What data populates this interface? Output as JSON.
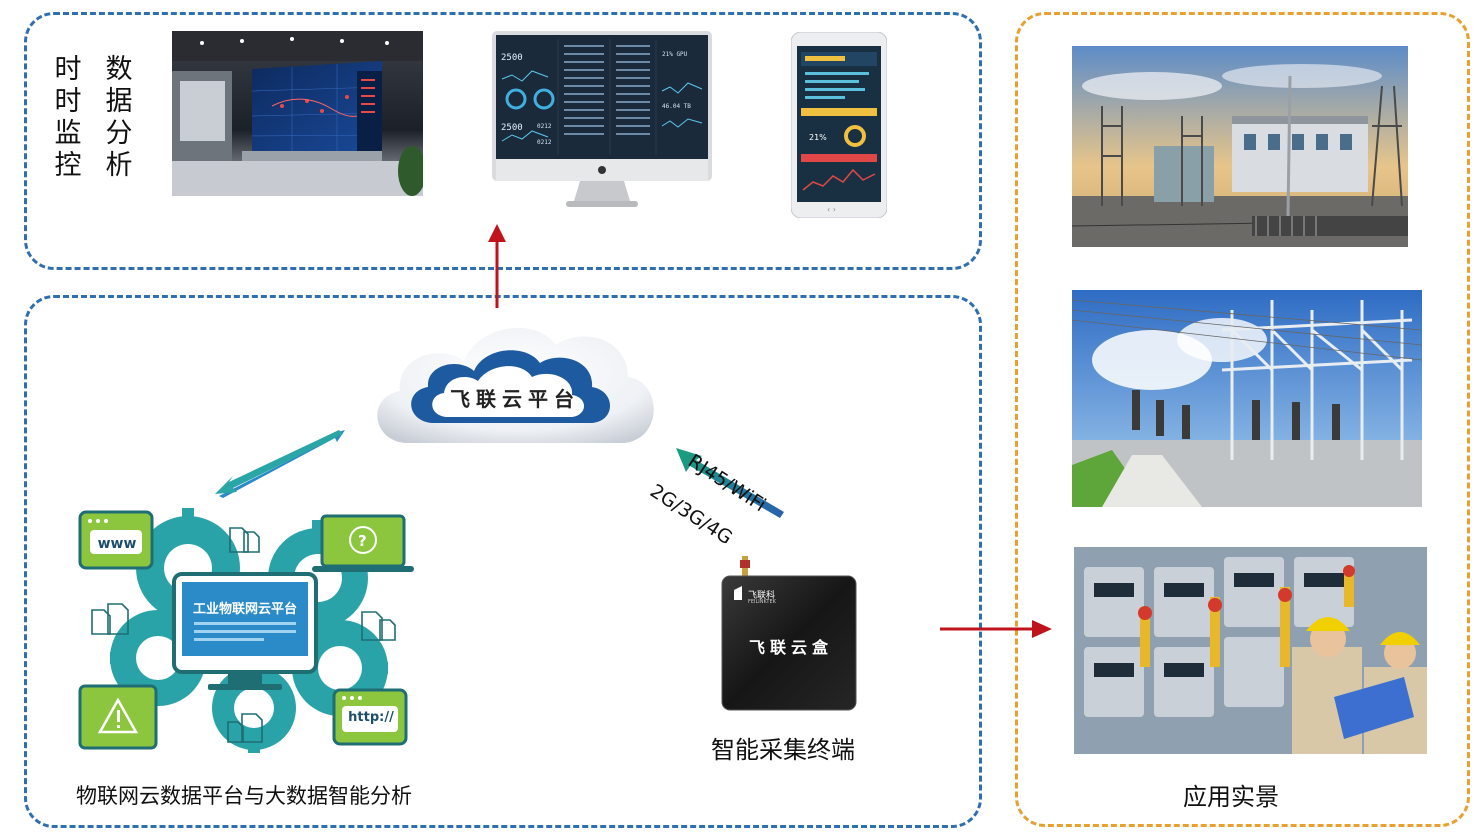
{
  "top_panel": {
    "label_col1": [
      "时",
      "时",
      "监",
      "控"
    ],
    "label_col2": [
      "数",
      "据",
      "分",
      "析"
    ],
    "monitor_screen": {
      "values": [
        "2500",
        "2500",
        "0212",
        "0212"
      ],
      "unit_tags": [
        "21% GPU",
        "46.04 TB"
      ]
    }
  },
  "cloud": {
    "label": "飞联云平台"
  },
  "link": {
    "label_upper": "RJ45/WiFi",
    "label_lower": "2G/3G/4G"
  },
  "platform": {
    "screen_title": "工业物联网云平台",
    "icon_www": "www",
    "icon_http": "http://",
    "caption": "物联网云数据平台与大数据智能分析"
  },
  "device": {
    "brand": "飞联科",
    "brand_sub": "FEILINKTEK",
    "label": "飞联云盒",
    "caption": "智能采集终端"
  },
  "right_panel": {
    "caption": "应用实景"
  },
  "colors": {
    "blue_dash": "#2f6fb1",
    "orange_dash": "#e8a030",
    "arrow_red": "#c0141c",
    "teal": "#2aa6a6",
    "green": "#8cc63f"
  }
}
